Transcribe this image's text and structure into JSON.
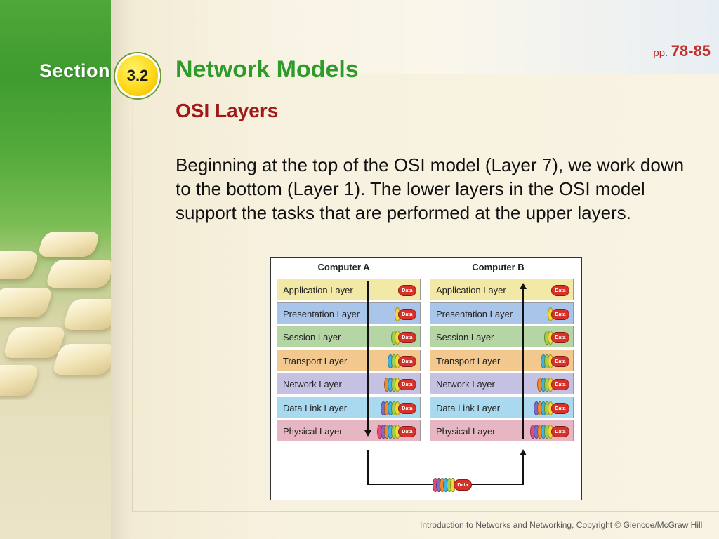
{
  "section": {
    "label": "Section",
    "number": "3.2"
  },
  "pages": {
    "prefix": "pp.",
    "range": "78-85"
  },
  "title": "Network Models",
  "subtitle": "OSI Layers",
  "body": "Beginning at the top of the OSI model (Layer 7), we work down to the bottom (Layer 1). The lower layers in the OSI model support the tasks that are performed at the upper layers.",
  "figure": {
    "computer_a": "Computer A",
    "computer_b": "Computer B",
    "data_label": "Data",
    "layers": [
      {
        "name": "Application Layer",
        "color": "#f3e9a6",
        "rings": 0
      },
      {
        "name": "Presentation Layer",
        "color": "#a9c6ea",
        "rings": 1
      },
      {
        "name": "Session Layer",
        "color": "#b5d6a4",
        "rings": 2
      },
      {
        "name": "Transport Layer",
        "color": "#f2c88e",
        "rings": 3
      },
      {
        "name": "Network Layer",
        "color": "#c5c1e2",
        "rings": 4
      },
      {
        "name": "Data Link Layer",
        "color": "#a8d9ee",
        "rings": 5
      },
      {
        "name": "Physical Layer",
        "color": "#e6b6c3",
        "rings": 6
      }
    ],
    "ring_colors": [
      "#f2d63a",
      "#9fd24a",
      "#3fb2e3",
      "#f28a2b",
      "#7a6bd0",
      "#e24a7a"
    ]
  },
  "footer": "Introduction to Networks and Networking, Copyright © Glencoe/McGraw Hill"
}
